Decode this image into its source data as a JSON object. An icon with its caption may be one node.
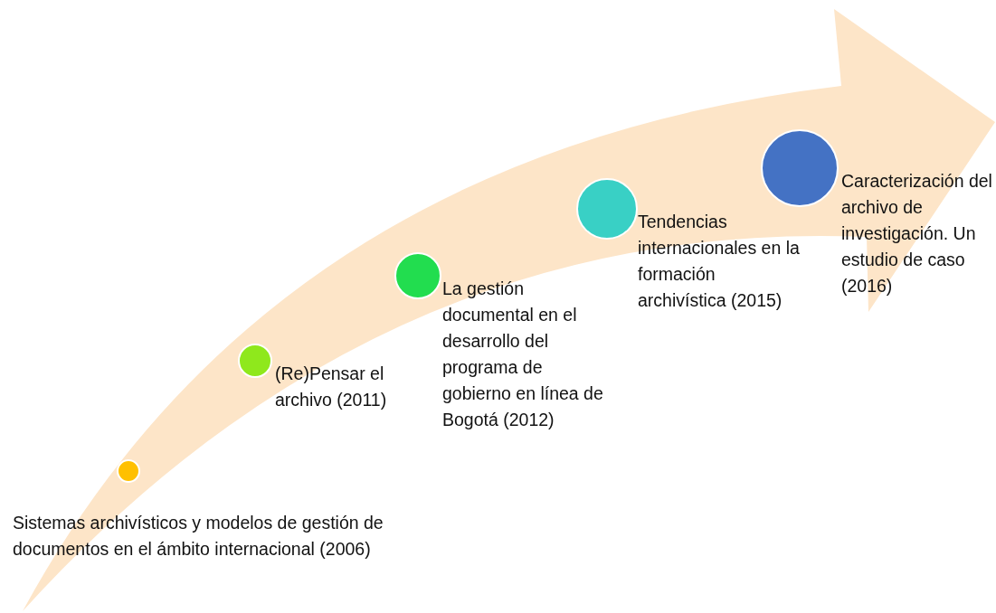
{
  "diagram": {
    "nodes": [
      {
        "text": [],
        "shape": "circle",
        "beside": [
          "Sistemas archivísticos y modelos de gestión de documentos en el ámbito internacional (2006)"
        ]
      },
      {
        "text": [],
        "shape": "circle",
        "beside": [
          "(Re)Pensar el archivo (2011)"
        ]
      },
      {
        "text": [],
        "shape": "circle",
        "beside": [
          "La gestión documental en el desarrollo del programa de gobierno en línea de Bogotá (2012)"
        ]
      },
      {
        "text": [],
        "shape": "circle",
        "beside": [
          "Tendencias internacionales en la formación archivística (2015)"
        ]
      },
      {
        "text": [],
        "shape": "circle",
        "beside": [
          "Caracterización del archivo de investigación. Un estudio de caso (2016)"
        ]
      }
    ]
  }
}
